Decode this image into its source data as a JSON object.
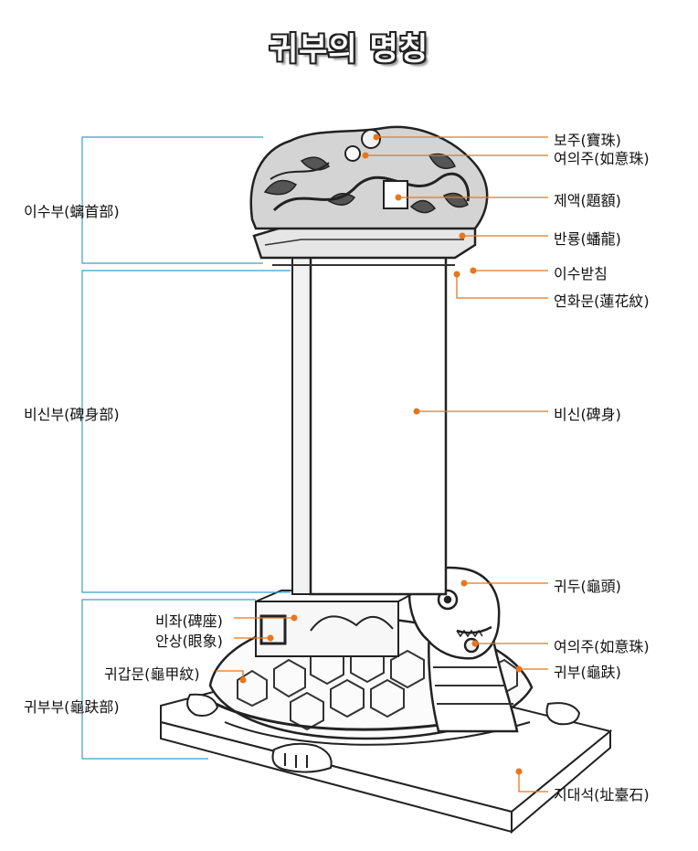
{
  "title": "귀부의 명칭",
  "sections": {
    "isubu": "이수부(螭首部)",
    "bisinbu": "비신부(碑身部)",
    "gwibubu": "귀부부(龜趺部)"
  },
  "parts": {
    "boju": "보주(寶珠)",
    "yeouiju_top": "여의주(如意珠)",
    "jeaek": "제액(題額)",
    "banryong": "반룡(蟠龍)",
    "isubatchim": "이수받침",
    "yeonhwamun": "연화문(蓮花紋)",
    "bisin": "비신(碑身)",
    "gwidu": "귀두(龜頭)",
    "yeouiju_mouth": "여의주(如意珠)",
    "gwibu": "귀부(龜趺)",
    "jidaeseok": "지대석(址臺石)",
    "bija": "비좌(碑座)",
    "ansang": "안상(眼象)",
    "gwigapmun": "귀갑문(龜甲紋)"
  },
  "colors": {
    "leader": "#e8761a",
    "bracket": "#3a9fc4",
    "stroke": "#222222"
  }
}
